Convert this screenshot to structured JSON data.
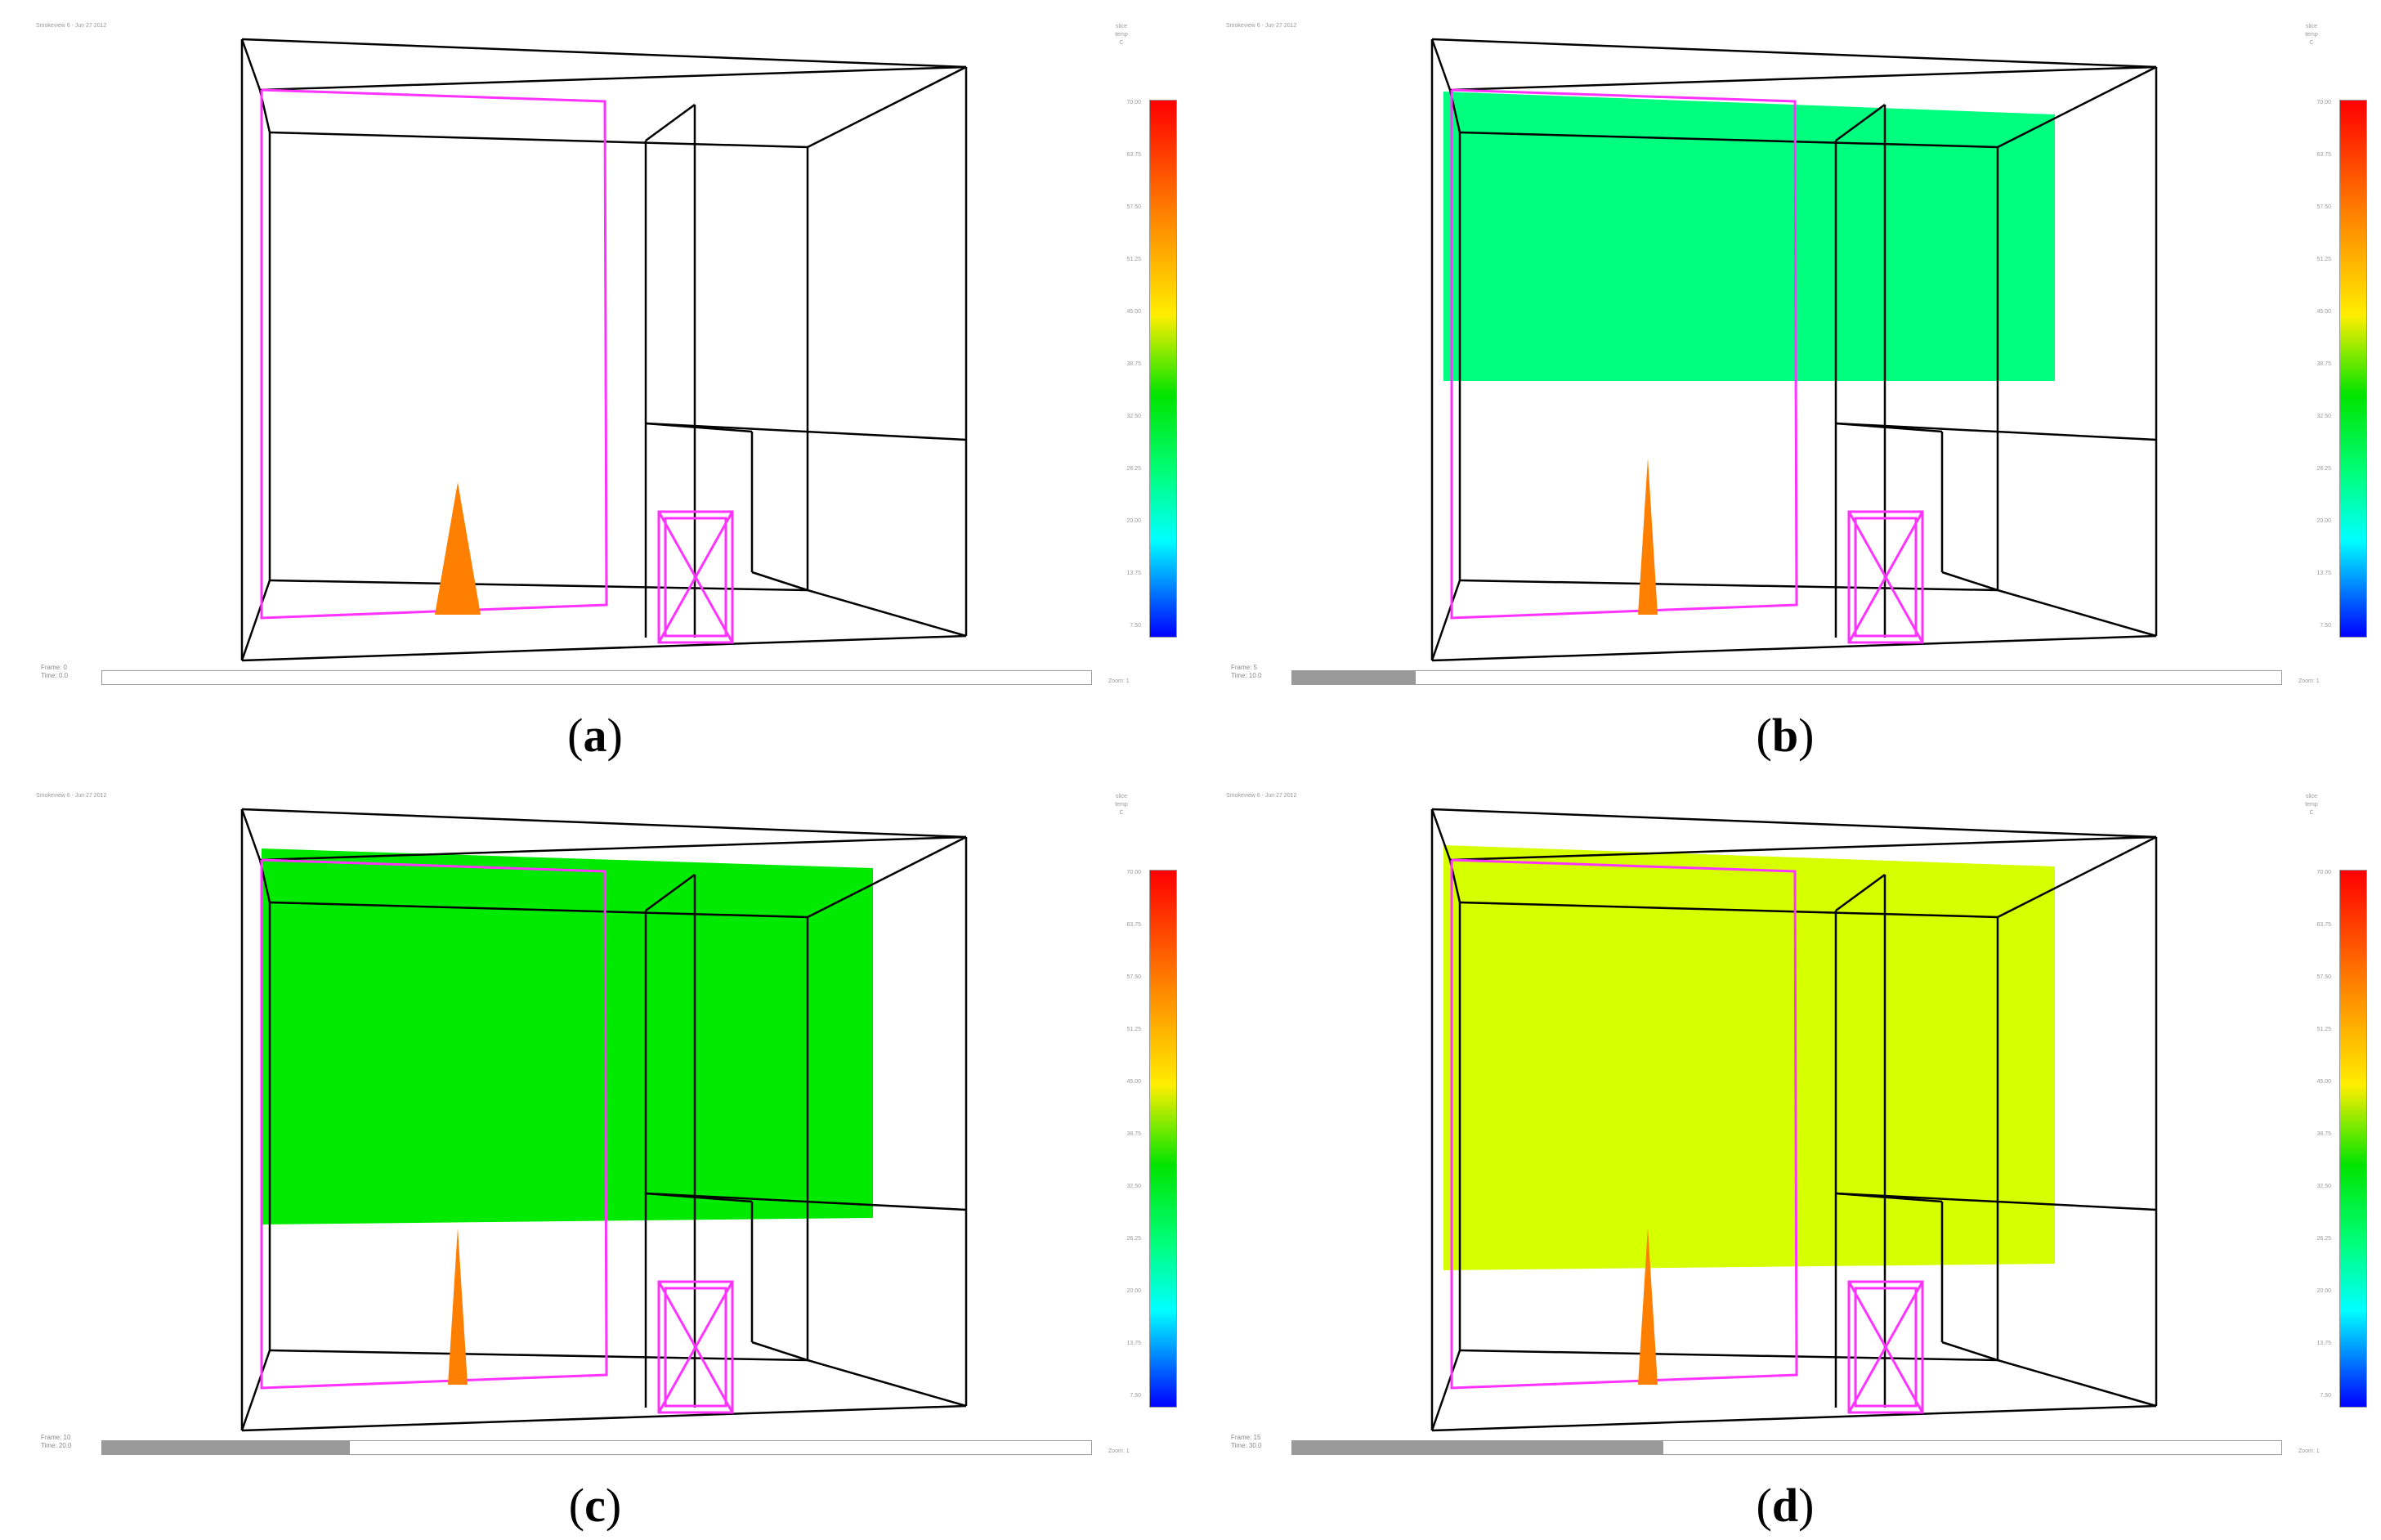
{
  "header_text": "Smokeview 6 - Jun 27 2012",
  "units": [
    "slice",
    "temp",
    "C"
  ],
  "colorbar_ticks": [
    "70.00",
    "63.75",
    "57.50",
    "51.25",
    "45.00",
    "38.75",
    "32.50",
    "26.25",
    "20.00",
    "13.75",
    "7.50"
  ],
  "colors": {
    "frame_lines": "#000000",
    "vents": "#ff33ff",
    "fire": "#ff7f00"
  },
  "panels": [
    {
      "id": "a",
      "caption_letter": "a",
      "frame": "Frame: 0",
      "time": "Time: 0.0",
      "zoom": "Zoom: 1",
      "progress": 0.0,
      "slice_color": null
    },
    {
      "id": "b",
      "caption_letter": "b",
      "frame": "Frame: 5",
      "time": "Time: 10.0",
      "zoom": "Zoom: 1",
      "progress": 0.125,
      "slice_color": "#00ff7f"
    },
    {
      "id": "c",
      "caption_letter": "c",
      "frame": "Frame: 10",
      "time": "Time: 20.0",
      "zoom": "Zoom: 1",
      "progress": 0.25,
      "slice_color": "#00ea00"
    },
    {
      "id": "d",
      "caption_letter": "d",
      "frame": "Frame: 15",
      "time": "Time: 30.0",
      "zoom": "Zoom: 1",
      "progress": 0.375,
      "slice_color": "#d6ff00"
    }
  ]
}
